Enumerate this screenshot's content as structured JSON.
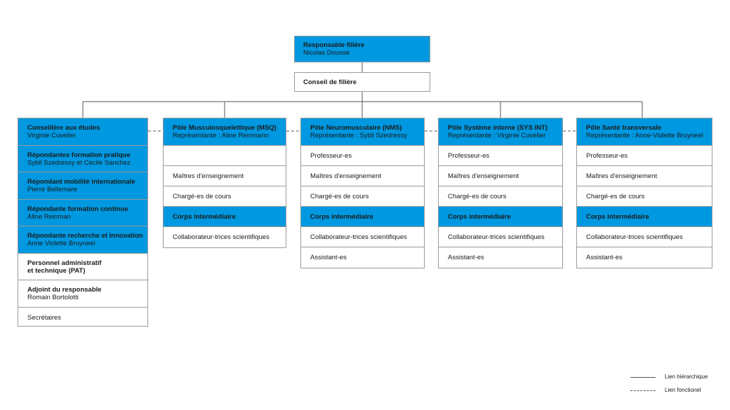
{
  "colors": {
    "accent_blue": "#0098e0",
    "border": "#9a9a9a",
    "line": "#555555"
  },
  "top": {
    "title": "Responsable filière",
    "name": "Nicolas Dousse",
    "council": "Conseil de filière"
  },
  "left_column": [
    {
      "title": "Conseillère aux études",
      "sub": "Virginie Cuvelier"
    },
    {
      "title": "Répondantes formation pratique",
      "sub": "Sybil Szedressy et Cécile Sanchez"
    },
    {
      "title": "Répondant mobilité internationale",
      "sub": "Pierre Bellemare"
    },
    {
      "title": "Répondante formation continue",
      "sub": "Aline Reinman"
    },
    {
      "title": "Répondante recherche et innovation",
      "sub": "Anne Violette Bruyneel"
    },
    {
      "title": "Personnel administratif",
      "title2": "et technique (PAT)"
    },
    {
      "title": "Adjoint du responsable",
      "sub": "Romain Bortolotti"
    },
    {
      "text": "Secrétaires"
    }
  ],
  "poles": [
    {
      "title": "Pôle Musculosquelettique (MSQ)",
      "rep": "Représentante : Aline Reinmann",
      "rows": [
        "",
        "Maîtres d'enseignement",
        "Chargé-es de cours"
      ],
      "corps": "Corps intermédiaire",
      "rows2": [
        "Collaborateur-trices scientifiques"
      ]
    },
    {
      "title": "Pôle Neuromusculaire (NMS)",
      "rep": "Représentante : Sybil Szedressy",
      "rows": [
        "Professeur-es",
        "Maîtres d'enseignement",
        "Chargé-es de cours"
      ],
      "corps": "Corps intermédiaire",
      "rows2": [
        "Collaborateur-trices scientifiques",
        "Assistant-es"
      ]
    },
    {
      "title": "Pôle Système interne (SYS INT)",
      "rep": "Représentante : Virginie Cuvelier",
      "rows": [
        "Professeur-es",
        "Maîtres d'enseignement",
        "Chargé-es de cours"
      ],
      "corps": "Corps intermédiaire",
      "rows2": [
        "Collaborateur-trices scientifiques",
        "Assistant-es"
      ]
    },
    {
      "title": "Pôle Santé transversale",
      "rep": "Représentante : Anne-Violette Bruyneel",
      "rows": [
        "Professeur-es",
        "Maîtres d'enseignement",
        "Chargé-es de cours"
      ],
      "corps": "Corps intermédiaire",
      "rows2": [
        "Collaborateur-trices scientifiques",
        "Assistant-es"
      ]
    }
  ],
  "legend": {
    "solid": "Lien hiérarchique",
    "dashed": "Lien fonctionel"
  }
}
